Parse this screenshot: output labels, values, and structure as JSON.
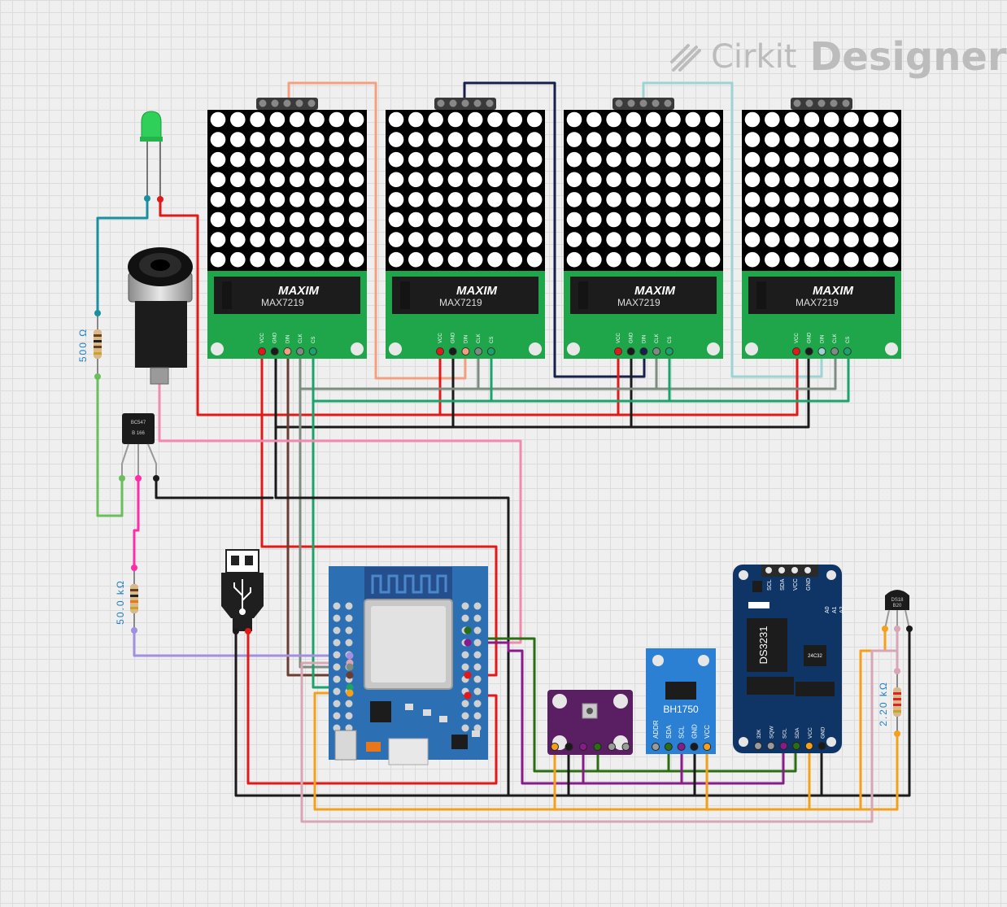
{
  "brand": {
    "name": "Cirkit",
    "product": "Designer"
  },
  "matrix_modules": [
    {
      "logo": "MAXIM",
      "chip": "MAX7219",
      "pins": [
        "VCC",
        "GND",
        "DIN",
        "CLK",
        "CS"
      ]
    },
    {
      "logo": "MAXIM",
      "chip": "MAX7219",
      "pins": [
        "VCC",
        "GND",
        "DIN",
        "CLK",
        "CS"
      ]
    },
    {
      "logo": "MAXIM",
      "chip": "MAX7219",
      "pins": [
        "VCC",
        "GND",
        "DIN",
        "CLK",
        "CS"
      ]
    },
    {
      "logo": "MAXIM",
      "chip": "MAX7219",
      "pins": [
        "VCC",
        "GND",
        "DIN",
        "CLK",
        "CS"
      ]
    }
  ],
  "resistors": [
    {
      "label": "500 Ω"
    },
    {
      "label": "50.0 kΩ"
    },
    {
      "label": "2.20 kΩ"
    }
  ],
  "transistor": {
    "line1": "BC547",
    "line2": "B 166"
  },
  "temp_sensor": {
    "line1": "DS18",
    "line2": "B20"
  },
  "light_sensor": {
    "name": "BH1750",
    "pins": [
      "ADDR",
      "SDA",
      "SCL",
      "GND",
      "VCC"
    ]
  },
  "rtc": {
    "chip": "DS3231",
    "eeprom": "24C32",
    "top_pins": [
      "SCL",
      "SDA",
      "VCC",
      "GND"
    ],
    "address_pins": [
      "A0",
      "A1",
      "A2"
    ],
    "bottom_pins": [
      "32K",
      "SQW",
      "SCL",
      "SDA",
      "VCC",
      "GND"
    ]
  },
  "colors": {
    "red": "#e31818",
    "black": "#1a1a1a",
    "green_wire": "#1aa36b",
    "gray_wire": "#7c8c80",
    "brown_wire": "#6b3d32",
    "pink_wire": "#f28ab0",
    "purple_wire": "#8a1a8a",
    "orange_wire": "#f5a01a",
    "dark_green_wire": "#2a6e12",
    "lilac_wire": "#a38fe0",
    "mauve_wire": "#d8a5b5",
    "board_green": "#1fa54a",
    "esp_blue": "#2d6fb3",
    "rtc_navy": "#0f3566",
    "bme_purple": "#5a1f63"
  }
}
